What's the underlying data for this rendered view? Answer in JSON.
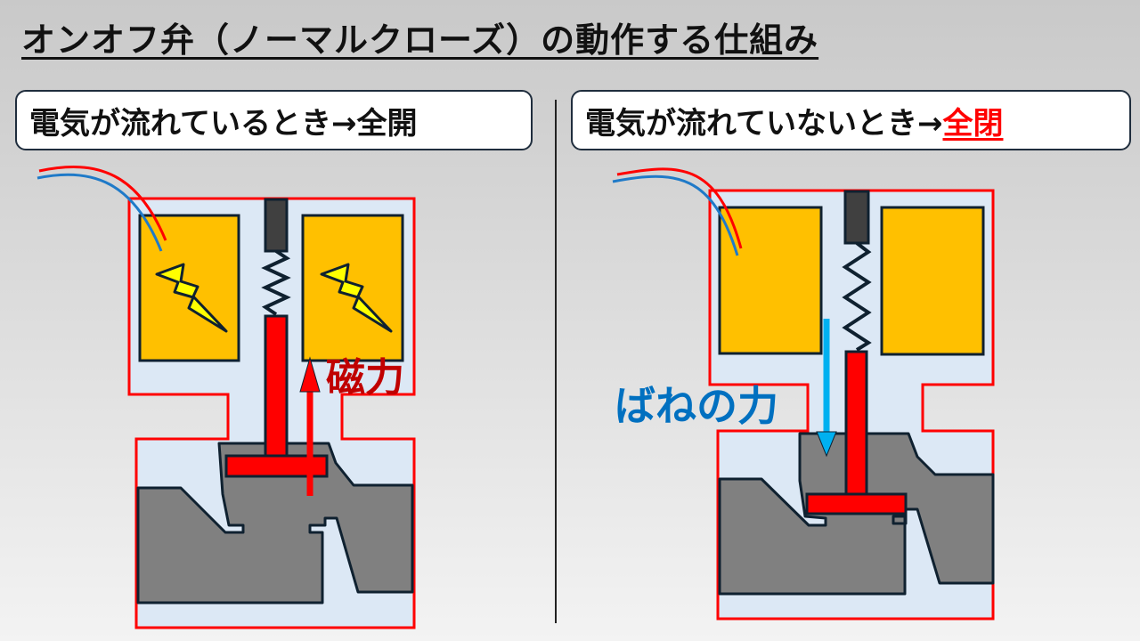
{
  "title": "オンオフ弁（ノーマルクローズ）の動作する仕組み",
  "left_panel": {
    "label": "電気が流れているとき→",
    "state": "全開",
    "force_label": "磁力"
  },
  "right_panel": {
    "label": "電気が流れていないとき→",
    "state": "全閉",
    "force_label": "ばねの力"
  },
  "colors": {
    "outline": "#ff0000",
    "body_fill": "#dce8f5",
    "coil": "#ffc000",
    "valve_gray": "#808080",
    "plunger_red": "#ff0000",
    "magnetic_force": "#c00000",
    "spring_force": "#0070c0"
  }
}
